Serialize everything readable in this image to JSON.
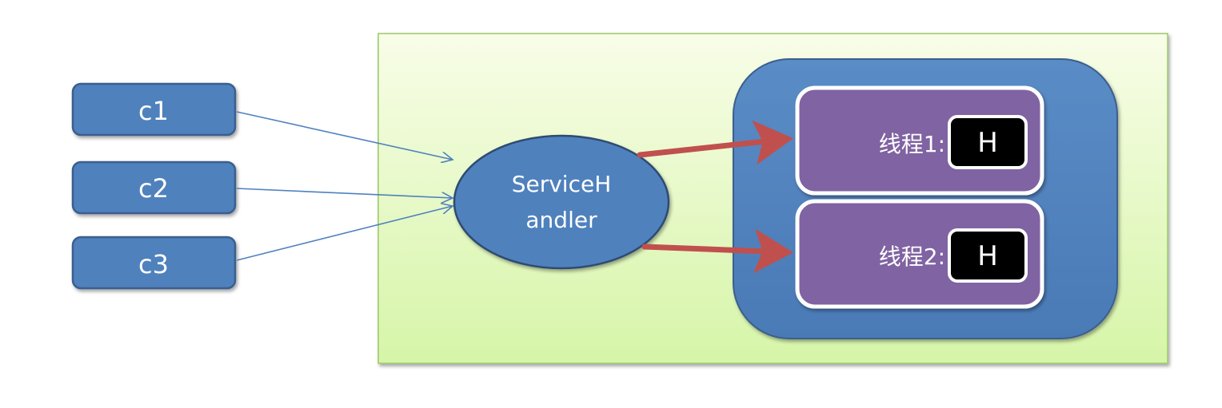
{
  "clients": [
    {
      "label": "c1"
    },
    {
      "label": "c2"
    },
    {
      "label": "c3"
    }
  ],
  "handler": {
    "line1": "ServiceH",
    "line2": "andler"
  },
  "threads": [
    {
      "label": "线程1:",
      "handler_label": "H"
    },
    {
      "label": "线程2:",
      "handler_label": "H"
    }
  ],
  "colors": {
    "outer_fill_top": "#f8fde8",
    "outer_fill_bottom": "#d6f5a8",
    "outer_stroke": "#9bc868",
    "blue_fill": "#4f81bd",
    "blue_stroke": "#3a5f8e",
    "thread_fill": "#8064a2",
    "thread_stroke": "#ffffff",
    "h_box_fill": "#000000",
    "h_box_stroke": "#ffffff",
    "thin_arrow": "#4f81bd",
    "thick_arrow": "#c0504d",
    "label_text": "#ffffff"
  }
}
